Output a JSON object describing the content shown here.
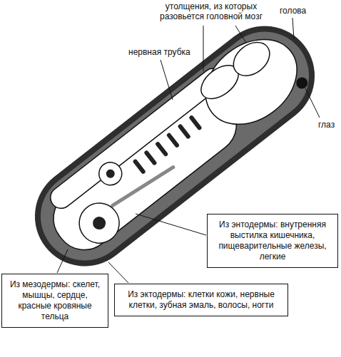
{
  "diagram": {
    "nodes": [
      {
        "text": [
          "Из энтодермы: внутренняя выстилка кишечника, пищеварительные железы, легкие"
        ]
      },
      {
        "text": [
          "Из мезодермы: скелет, мышцы, сердце, красные кровяные тельца"
        ]
      },
      {
        "text": [
          "Из эктодермы: клетки кожи, нервные клетки, зубная эмаль, волосы, ногти"
        ]
      }
    ],
    "labels": [
      "утолщения, из которых разовьется головной мозг",
      "голова",
      "нервная трубка",
      "глаз"
    ]
  }
}
